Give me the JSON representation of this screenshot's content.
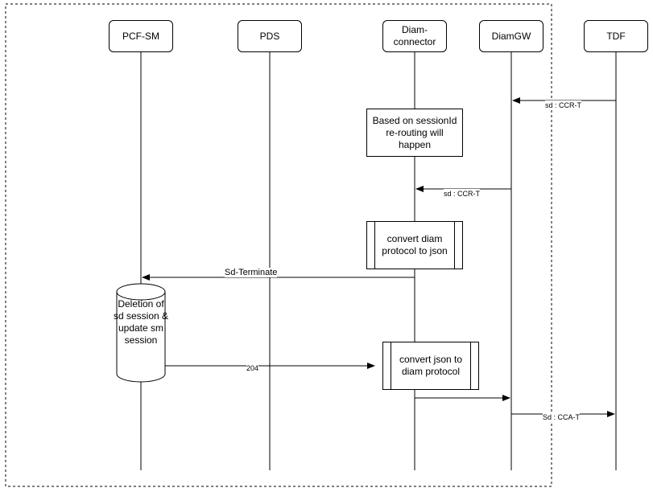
{
  "participants": {
    "pcf_sm": "PCF-SM",
    "pds": "PDS",
    "diam_connector": "Diam-\nconnector",
    "diamgw": "DiamGW",
    "tdf": "TDF"
  },
  "notes": {
    "rerouting": "Based on sessionId re-routing will happen",
    "convert_diam_to_json": "convert diam protocol to json",
    "convert_json_to_diam": "convert json to diam protocol",
    "deletion": "Deletion of sd session & update sm session"
  },
  "messages": {
    "ccr_t_1": "sd : CCR-T",
    "ccr_t_2": "sd : CCR-T",
    "sd_terminate": "Sd-Terminate",
    "resp_204": "204",
    "cca_t": "Sd : CCA-T"
  }
}
